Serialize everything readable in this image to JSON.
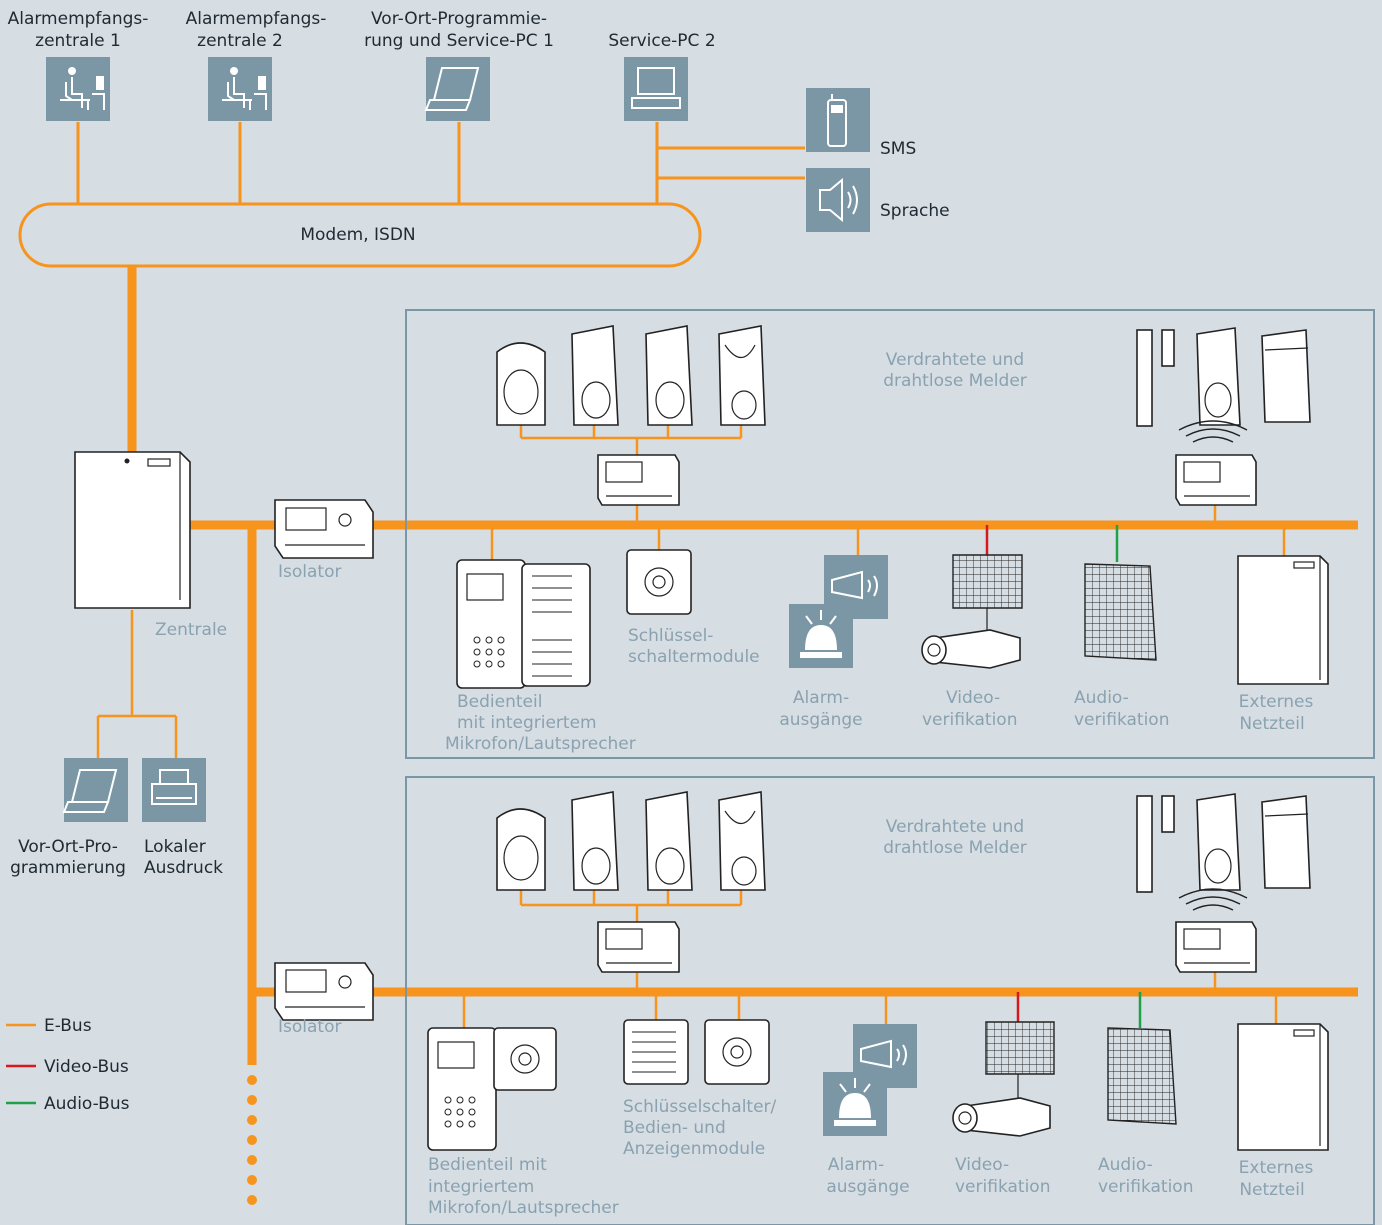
{
  "top": {
    "center1": [
      "Alarmempfangs-",
      "zentrale 1"
    ],
    "center2": [
      "Alarmempfangs-",
      "zentrale 2"
    ],
    "pc1": [
      "Vor-Ort-Programmie-",
      "rung und Service-PC 1"
    ],
    "pc2": "Service-PC 2",
    "sms": "SMS",
    "voice": "Sprache",
    "network": "Modem, ISDN"
  },
  "panel": {
    "label": "Zentrale",
    "local_prog": [
      "Vor-Ort-Pro-",
      "grammierung"
    ],
    "local_print": [
      "Lokaler",
      "Ausdruck"
    ]
  },
  "isolator": "Isolator",
  "group1": {
    "detectors": [
      "Verdrahtete und",
      "drahtlose Melder"
    ],
    "keypad": [
      "Bedienteil",
      "mit integriertem",
      "Mikrofon/Lautsprecher"
    ],
    "keyswitch": [
      "Schlüssel-",
      "schaltermodule"
    ],
    "alarm": [
      "Alarm-",
      "ausgänge"
    ],
    "video": [
      "Video-",
      "verifikation"
    ],
    "audio": [
      "Audio-",
      "verifikation"
    ],
    "psu": [
      "Externes",
      "Netzteil"
    ]
  },
  "group2": {
    "detectors": [
      "Verdrahtete und",
      "drahtlose Melder"
    ],
    "keypad": [
      "Bedienteil mit",
      "integriertem",
      "Mikrofon/Lautsprecher"
    ],
    "keyswitch": [
      "Schlüsselschalter/",
      "Bedien- und",
      "Anzeigenmodule"
    ],
    "alarm": [
      "Alarm-",
      "ausgänge"
    ],
    "video": [
      "Video-",
      "verifikation"
    ],
    "audio": [
      "Audio-",
      "verifikation"
    ],
    "psu": [
      "Externes",
      "Netzteil"
    ]
  },
  "legend": {
    "ebus": "E-Bus",
    "video": "Video-Bus",
    "audio": "Audio-Bus"
  },
  "colors": {
    "ebus": "#f7941d",
    "video": "#d7191c",
    "audio": "#1fa14a",
    "background": "#d6dde3",
    "tile": "#7b97a6",
    "caption_gray": "#8aa2b0"
  },
  "icons": [
    "operator-icon",
    "laptop-icon",
    "computer-icon",
    "mobile-phone-icon",
    "speaker-icon",
    "printer-icon",
    "control-panel-icon",
    "isolator-board-icon",
    "motion-detector-icon",
    "magnetic-contact-icon",
    "keypad-icon",
    "key-switch-icon",
    "siren-icon",
    "beacon-icon",
    "camera-icon",
    "audio-module-icon",
    "power-supply-icon",
    "wireless-icon"
  ]
}
